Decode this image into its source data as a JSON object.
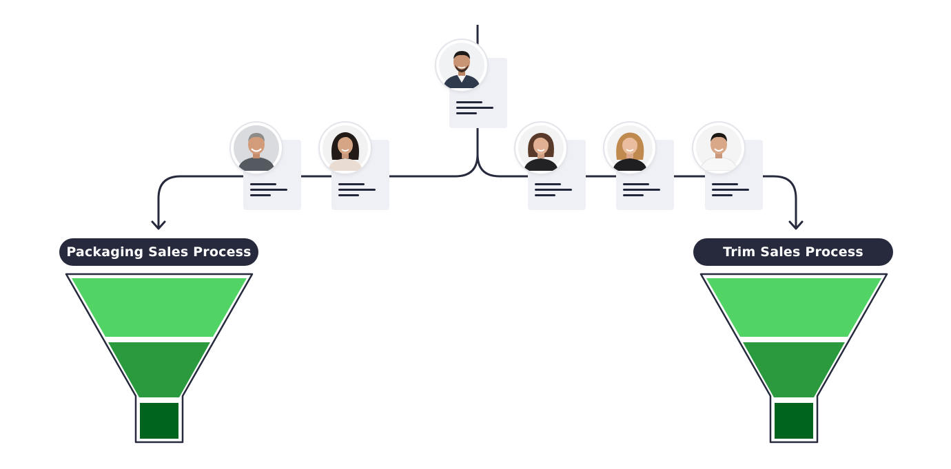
{
  "colors": {
    "line": "#262a3c",
    "card": "#eef0f5",
    "funnel_outline": "#262a3c",
    "funnel_top": "#52d365",
    "funnel_middle": "#2b9a3f",
    "funnel_bottom": "#00631e"
  },
  "top_person": {
    "icon": "person-avatar"
  },
  "left_team": [
    {
      "icon": "person-avatar"
    },
    {
      "icon": "person-avatar"
    }
  ],
  "right_team": [
    {
      "icon": "person-avatar"
    },
    {
      "icon": "person-avatar"
    },
    {
      "icon": "person-avatar"
    }
  ],
  "processes": {
    "left": {
      "label": "Packaging Sales Process"
    },
    "right": {
      "label": "Trim Sales Process"
    }
  }
}
